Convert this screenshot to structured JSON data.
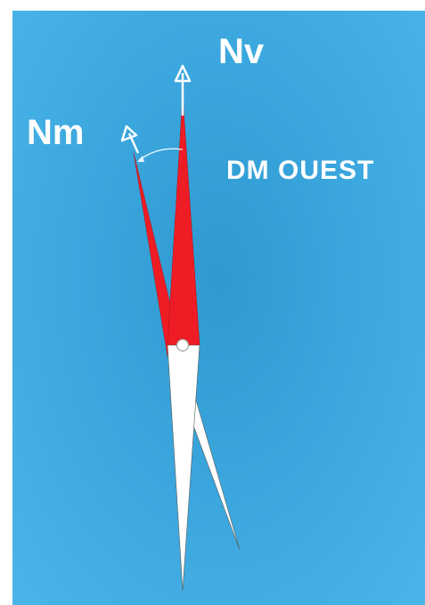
{
  "labels": {
    "true_north": "Nv",
    "magnetic_north": "Nm",
    "declination": "DM OUEST"
  },
  "colors": {
    "background": "#3aa6dd",
    "needle_north": "#ee1c25",
    "needle_south": "#ffffff",
    "text": "#ffffff"
  },
  "icons": {
    "true_north_arrow": "arrow-up-icon",
    "magnetic_north_arrow": "arrow-up-icon"
  }
}
